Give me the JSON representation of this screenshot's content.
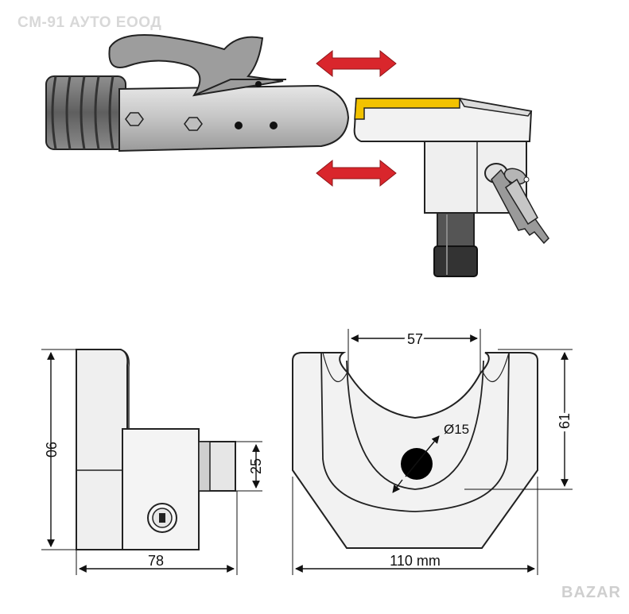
{
  "watermark": "CM-91 АУТО ЕООД",
  "logo": "BAZAR",
  "dimensions": {
    "height": "90",
    "depth": "78",
    "cylinder": "25",
    "width": "110 mm",
    "inner_width": "57",
    "inner_height": "61",
    "hole": "Ø15"
  },
  "colors": {
    "arrow": "#d9262c",
    "lock_accent": "#f2c200",
    "body_fill": "#f2f2f2",
    "steel_fill": "#c8c8c8",
    "outline": "#222222"
  }
}
